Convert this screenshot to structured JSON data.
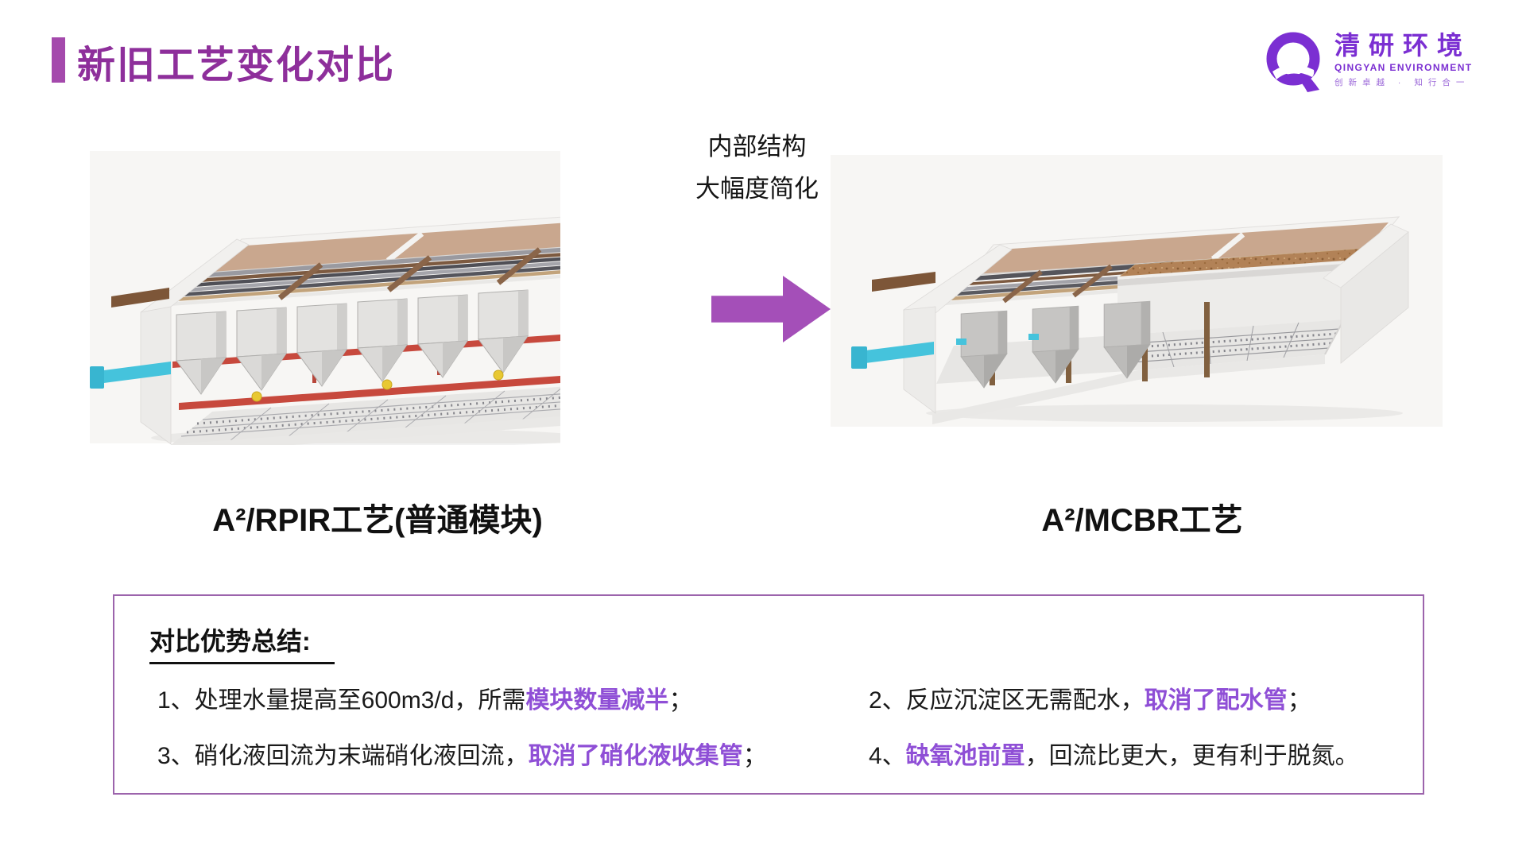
{
  "slide": {
    "title": "新旧工艺变化对比"
  },
  "logo": {
    "name_cn": "清研环境",
    "name_en": "QINGYAN ENVIRONMENT",
    "slogan": "创新卓越 · 知行合一"
  },
  "transition": {
    "line1": "内部结构",
    "line2": "大幅度简化"
  },
  "left_panel": {
    "caption": "A²/RPIR工艺(普通模块)"
  },
  "right_panel": {
    "caption": "A²/MCBR工艺"
  },
  "summary": {
    "heading": "对比优势总结: ",
    "items": [
      {
        "segments": [
          {
            "text": "1、处理水量提高至600m3/d，所需"
          },
          {
            "text": "模块数量减半",
            "highlight": true
          },
          {
            "text": "；"
          }
        ]
      },
      {
        "segments": [
          {
            "text": "2、反应沉淀区无需配水，"
          },
          {
            "text": "取消了配水管",
            "highlight": true
          },
          {
            "text": "；"
          }
        ]
      },
      {
        "segments": [
          {
            "text": "3、硝化液回流为末端硝化液回流，"
          },
          {
            "text": "取消了硝化液收集管",
            "highlight": true
          },
          {
            "text": "；"
          }
        ]
      },
      {
        "segments": [
          {
            "text": "4、"
          },
          {
            "text": "缺氧池前置",
            "highlight": true
          },
          {
            "text": "，回流比更大，更有利于脱氮。"
          }
        ]
      }
    ]
  },
  "colors": {
    "title_purple": "#8E2F9B",
    "title_bar_purple": "#A449AC",
    "arrow_purple": "#A44FB8",
    "highlight_purple": "#8F4FD6",
    "box_border_purple": "#9C64AC",
    "logo_purple": "#7B2FD2"
  }
}
